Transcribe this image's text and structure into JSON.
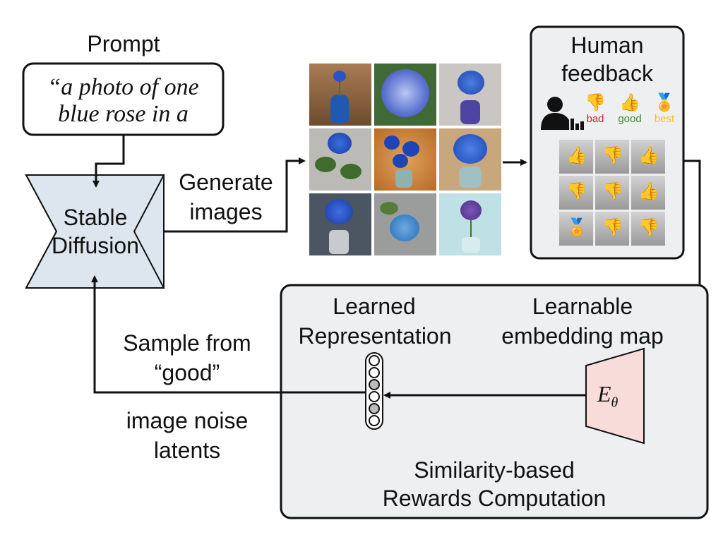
{
  "prompt": {
    "title": "Prompt",
    "text_line1": "“a photo of one",
    "text_line2": "blue rose in a"
  },
  "model": {
    "line1": "Stable",
    "line2": "Diffusion"
  },
  "generate": {
    "line1": "Generate",
    "line2": "images"
  },
  "feedback": {
    "title_line1": "Human",
    "title_line2": "feedback",
    "legend": [
      {
        "label": "bad",
        "icon": "thumbs-down-icon",
        "color": "#c8262b"
      },
      {
        "label": "good",
        "icon": "thumbs-up-icon",
        "color": "#3b8a2f"
      },
      {
        "label": "best",
        "icon": "medal-icon",
        "color": "#f2c31b"
      }
    ],
    "grid": [
      [
        "good",
        "bad",
        "good"
      ],
      [
        "bad",
        "bad",
        "good"
      ],
      [
        "best",
        "bad",
        "bad"
      ]
    ]
  },
  "sample": {
    "line1": "Sample from",
    "line2": "“good”",
    "line3": "image noise",
    "line4": "latents"
  },
  "rewards": {
    "repr_line1": "Learned",
    "repr_line2": "Representation",
    "embed_line1": "Learnable",
    "embed_line2": "embedding map",
    "embed_symbol": "E",
    "embed_subscript": "θ",
    "title_line1": "Similarity-based",
    "title_line2": "Rewards Computation"
  },
  "colors": {
    "model_fill": "#dde6ef",
    "box_fill": "#eeeff1",
    "embed_fill": "#f7dcd9",
    "bad": "#c8262b",
    "good": "#3b8a2f",
    "best": "#f2c31b"
  }
}
